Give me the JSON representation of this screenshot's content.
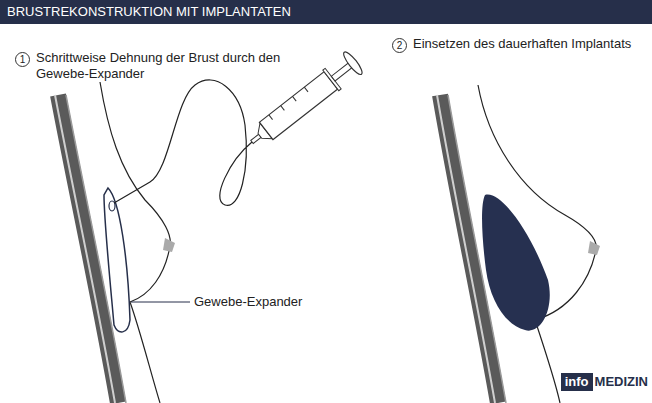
{
  "diagram": {
    "title": "BRUSTREKONSTRUKTION MIT IMPLANTATEN",
    "nodes": [
      {
        "text": [
          "info"
        ]
      }
    ],
    "labels": [
      "1",
      "Schrittweise Dehnung der Brust durch den Gewebe-Expander",
      "2",
      "Einsetzen des dauerhaften Implantats",
      "Gewebe-Expander",
      "MEDIZIN"
    ]
  }
}
